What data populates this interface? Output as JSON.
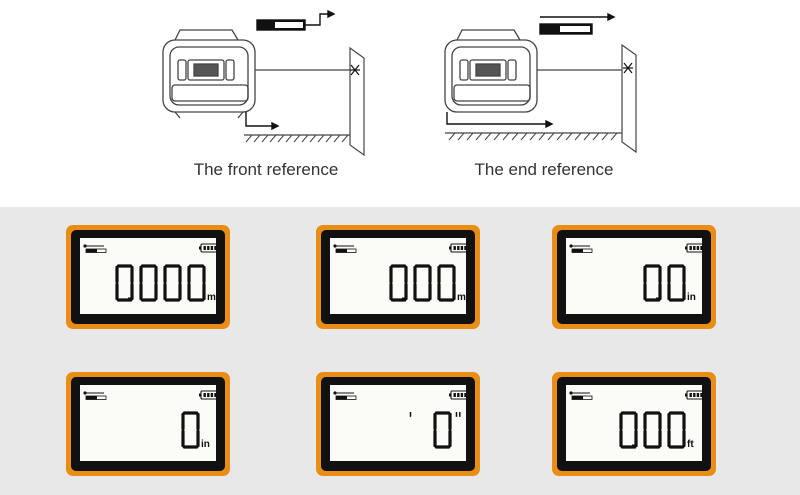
{
  "captions": {
    "front": "The front reference",
    "end": "The end reference"
  },
  "displays": [
    {
      "reading": "0.000",
      "unit": "m"
    },
    {
      "reading": "0.00",
      "unit": "m"
    },
    {
      "reading": "0.0",
      "unit": "in"
    },
    {
      "reading": "0",
      "unit": "in"
    },
    {
      "reading": "' 0\"",
      "unit": ""
    },
    {
      "reading": "0.00",
      "unit": "ft"
    }
  ],
  "icons": {
    "status": "battery-icon",
    "reference": "reference-indicator-icon"
  },
  "colors": {
    "bezel": "#e98d14",
    "frame": "#111111",
    "screen": "#fbfbf7",
    "segment": "#111111",
    "background": "#e8e8e8"
  }
}
